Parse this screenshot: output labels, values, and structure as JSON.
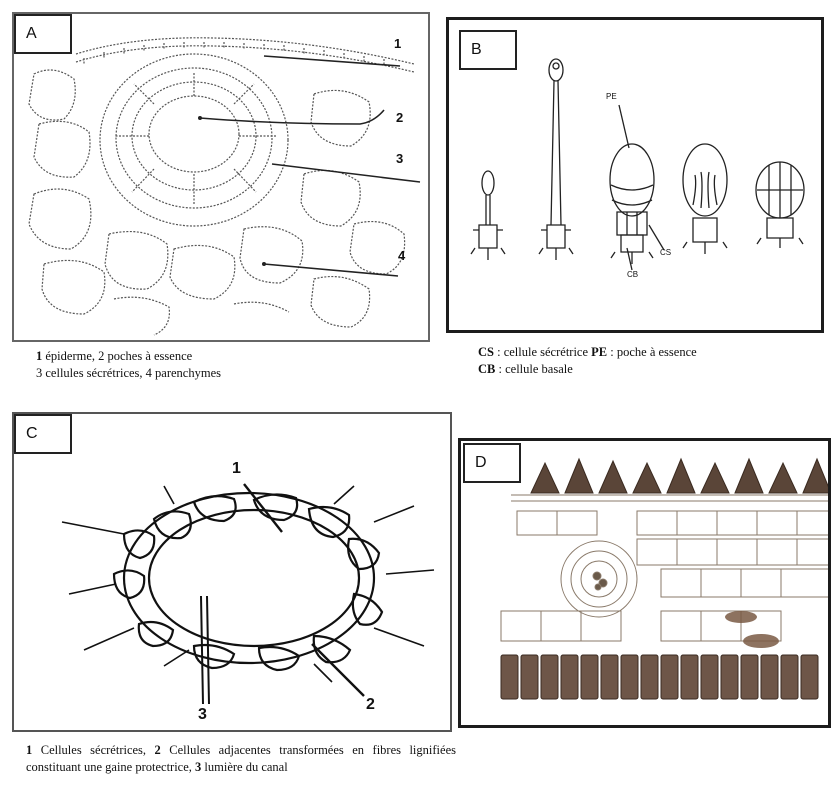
{
  "panels": {
    "a": {
      "tag": "A",
      "labels": [
        "1",
        "2",
        "3",
        "4"
      ],
      "caption": {
        "line1_num1": "1",
        "line1_text1": " épiderme, 2 poches à essence",
        "line2": "3 cellules sécrétrices,  4 parenchymes"
      }
    },
    "b": {
      "tag": "B",
      "labels": {
        "pe": "PE",
        "cs": "CS",
        "cb": "CB"
      },
      "caption": {
        "cs_abbr": "CS",
        "cs_text": " : cellule sécrétrice ",
        "pe_abbr": "PE",
        "pe_text": " : poche à essence",
        "cb_abbr": "CB",
        "cb_text": " : cellule basale"
      }
    },
    "c": {
      "tag": "C",
      "labels": [
        "1",
        "2",
        "3"
      ],
      "caption": {
        "n1": "1",
        "t1": " Cellules sécrétrices, ",
        "n2": "2",
        "t2": " Cellules adjacentes transformées en fibres lignifiées constituant une gaine protectrice, ",
        "n3": "3",
        "t3": " lumière du canal"
      }
    },
    "d": {
      "tag": "D"
    }
  }
}
